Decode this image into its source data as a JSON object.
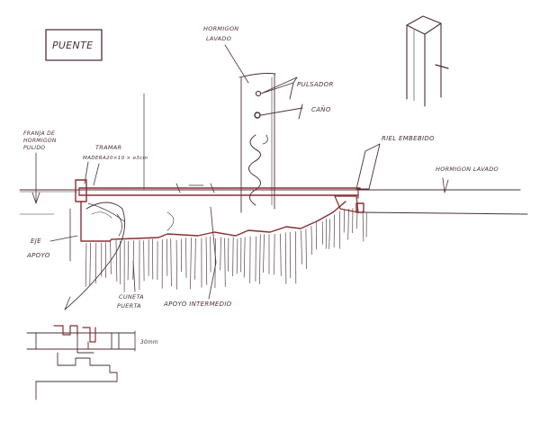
{
  "labels": {
    "title": "PUENTE",
    "hormigon_lavado_top_1": "HORMIGON",
    "hormigon_lavado_top_2": "LAVADO",
    "pulsador": "PULSADOR",
    "caño": "CAÑO",
    "franja_1": "FRANJA DE",
    "franja_2": "HORMIGON",
    "franja_3": "PULIDO",
    "tramar_1": "TRAMAR",
    "tramar_2": "20×10 × e3cm",
    "madera": "MADERA",
    "riel_embebido": "RIEL EMBEBIDO",
    "hormigon_lavado_right": "HORMIGON LAVADO",
    "eje_apoyo_1": "EJE",
    "eje_apoyo_2": "APOYO",
    "cuneta_1": "CUNETA",
    "cuneta_2": "PUERTA",
    "apoyo_intermedio": "APOYO INTERMEDIO",
    "dim_30mm": "30mm"
  },
  "colors": {
    "ink": "#4a2f34",
    "red_ink": "#8a2e32",
    "paper": "#ffffff"
  }
}
